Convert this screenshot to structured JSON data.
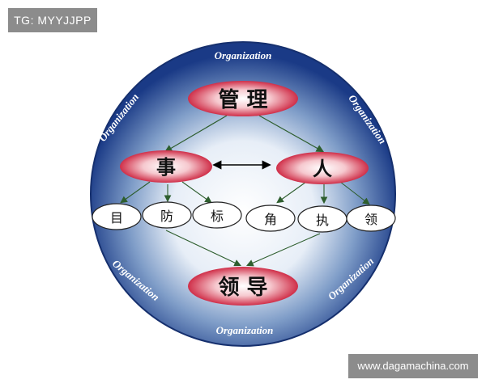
{
  "watermark_tag": "TG: MYYJJPP",
  "watermark_site": "www.dagamachina.com",
  "ring_label": "Organization",
  "nodes": {
    "top": "管 理",
    "left": "事",
    "right": "人",
    "leader": "领 导"
  },
  "small_nodes": [
    "目",
    "防",
    "标",
    "角",
    "执",
    "领"
  ],
  "colors": {
    "sphere_dark": "#1c3d8a",
    "sphere_light": "#ffffff",
    "node_red": "#c8102e"
  }
}
